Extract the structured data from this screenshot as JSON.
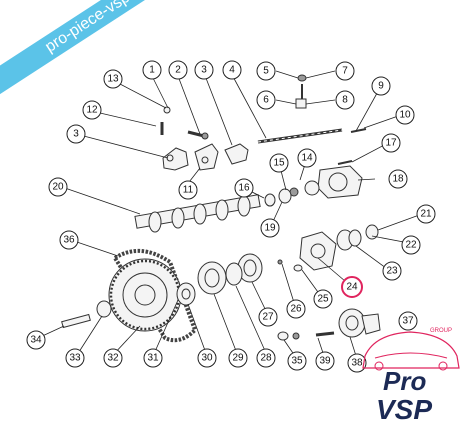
{
  "watermark": {
    "text": "pro-piece-vsp.com"
  },
  "brand": {
    "line1": "Pro",
    "line2": "VSP",
    "tag": "GROUP",
    "accent_color": "#e0245e",
    "primary_color": "#1c2a55"
  },
  "highlighted_callout": "24",
  "callouts": [
    "1",
    "2",
    "3",
    "4",
    "5",
    "6",
    "7",
    "8",
    "9",
    "10",
    "11",
    "12",
    "13",
    "14",
    "15",
    "16",
    "17",
    "18",
    "19",
    "20",
    "21",
    "22",
    "23",
    "24",
    "25",
    "26",
    "27",
    "28",
    "29",
    "30",
    "31",
    "32",
    "33",
    "34",
    "35",
    "36",
    "37",
    "38",
    "39",
    "3"
  ]
}
